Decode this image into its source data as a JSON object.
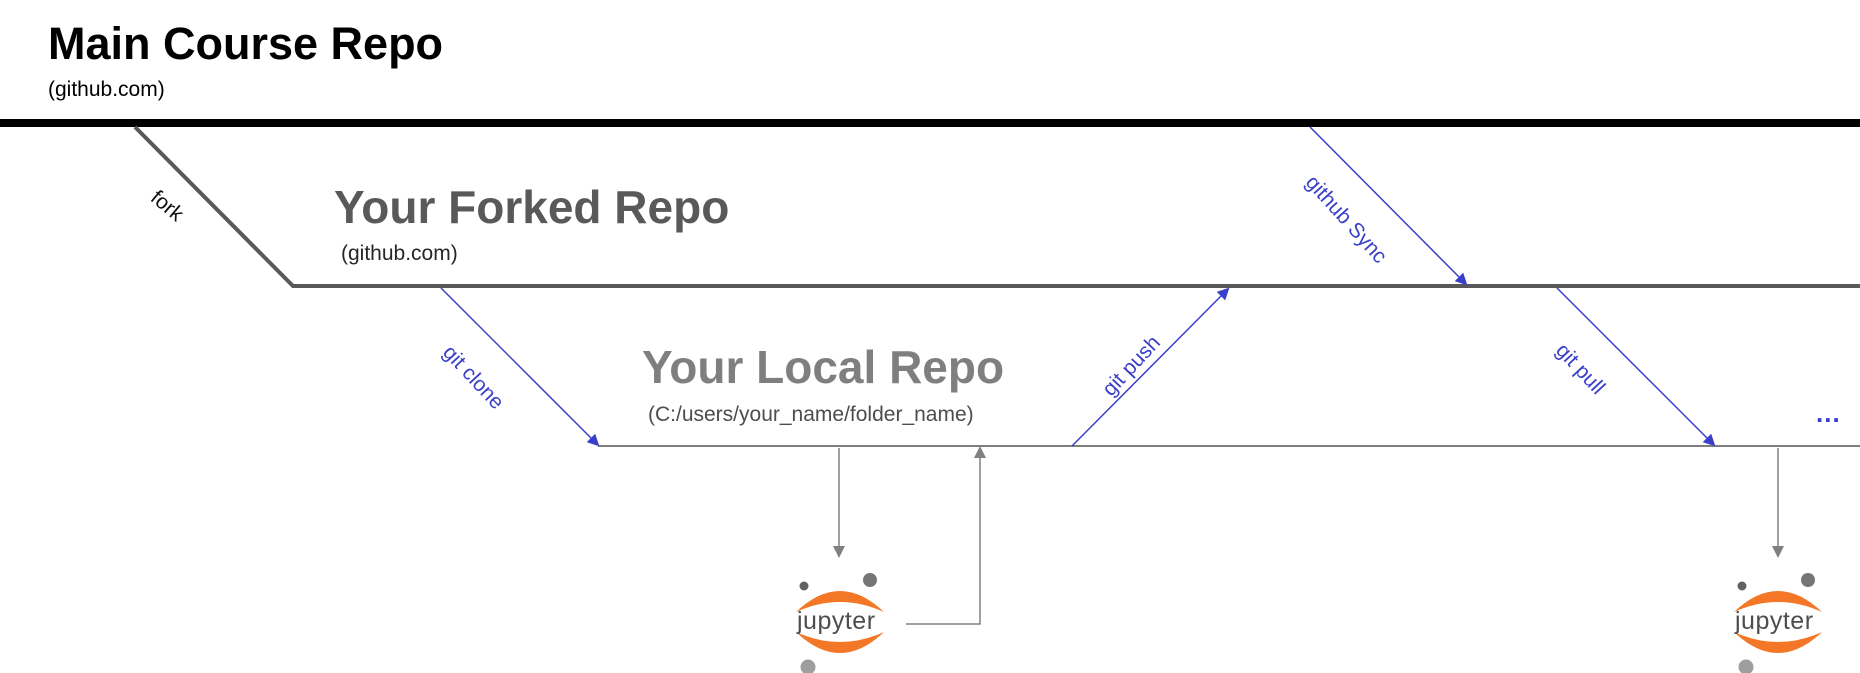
{
  "main_repo": {
    "title": "Main Course Repo",
    "subtitle": "(github.com)"
  },
  "forked_repo": {
    "title": "Your Forked Repo",
    "subtitle": "(github.com)"
  },
  "local_repo": {
    "title": "Your Local Repo",
    "subtitle": "(C:/users/your_name/folder_name)"
  },
  "edges": {
    "fork": "fork",
    "github_sync": "github Sync",
    "git_clone": "git clone",
    "git_push": "git push",
    "git_pull": "git pull"
  },
  "continuation": "...",
  "notebooks": [
    {
      "label": "jupyter"
    },
    {
      "label": "jupyter"
    }
  ],
  "colors": {
    "main_line": "#000000",
    "fork_line": "#595959",
    "local_line": "#7f7f7f",
    "git_arrow": "#3a3fc9",
    "notebook_arrow": "#808080",
    "jupyter_orange": "#f37726",
    "jupyter_gray": "#9e9e9e"
  },
  "icons": [
    "jupyter-logo-icon",
    "arrow-icon"
  ]
}
